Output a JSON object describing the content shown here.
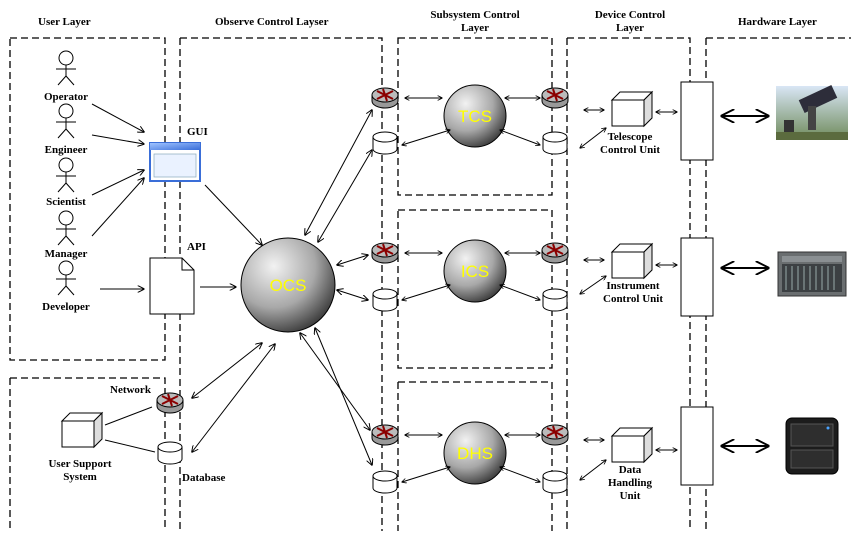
{
  "layers": {
    "user": "User Layer",
    "observe": "Observe Control Layser",
    "subsystem_1": "Subsystem Control",
    "subsystem_2": "Layer",
    "device_1": "Device Control",
    "device_2": "Layer",
    "hardware": "Hardware Layer"
  },
  "actors": {
    "operator": "Operator",
    "engineer": "Engineer",
    "scientist": "Scientist",
    "manager": "Manager",
    "developer": "Developer"
  },
  "interfaces": {
    "gui": "GUI",
    "api": "API"
  },
  "support": {
    "network": "Network",
    "database": "Database",
    "system_1": "User Support",
    "system_2": "System"
  },
  "nodes": {
    "ocs": "OCS",
    "tcs": "TCS",
    "ics": "ICS",
    "dhs": "DHS"
  },
  "units": {
    "tcu_1": "Telescope",
    "tcu_2": "Control Unit",
    "icu_1": "Instrument",
    "icu_2": "Control Unit",
    "dhu_1": "Data",
    "dhu_2": "Handling",
    "dhu_3": "Unit"
  }
}
